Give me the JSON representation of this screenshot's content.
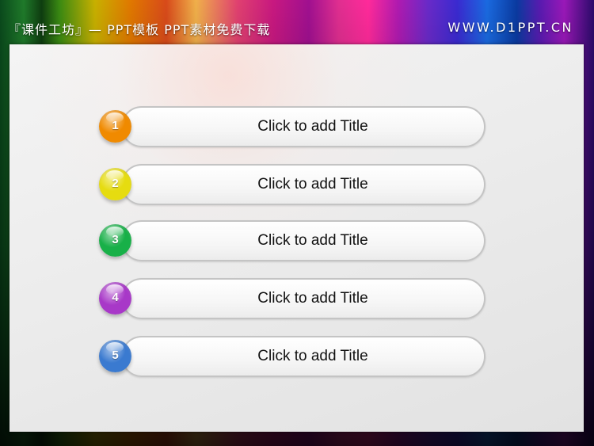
{
  "header": {
    "left_text": "『课件工坊』— PPT模板 PPT素材免费下载",
    "right_text": "WWW.D1PPT.CN"
  },
  "list_items": [
    {
      "number": "1",
      "title": "Click to add Title",
      "ball_color": "#f08a00"
    },
    {
      "number": "2",
      "title": "Click to add Title",
      "ball_color": "#e6dc10"
    },
    {
      "number": "3",
      "title": "Click to add Title",
      "ball_color": "#18b048"
    },
    {
      "number": "4",
      "title": "Click to add Title",
      "ball_color": "#a838c8"
    },
    {
      "number": "5",
      "title": "Click to add Title",
      "ball_color": "#3a7ad0"
    }
  ]
}
